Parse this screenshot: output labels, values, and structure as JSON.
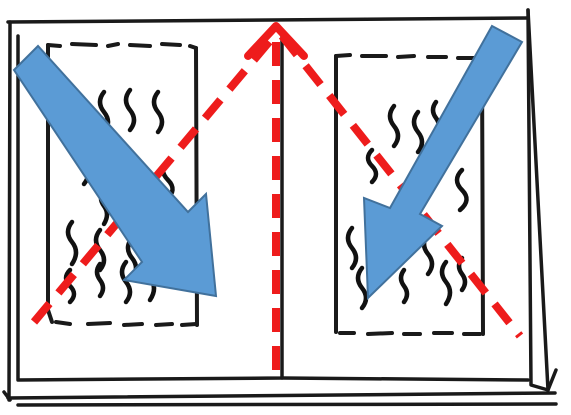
{
  "colors": {
    "ink": "#1a1a1a",
    "guide": "#ee1c1c",
    "arrow": "#5b9bd5",
    "paper": "#ffffff"
  },
  "panels": [
    {
      "id": "left",
      "pattern": "wavy-lines",
      "arrow_direction": "down-right"
    },
    {
      "id": "right",
      "pattern": "wavy-lines",
      "arrow_direction": "down-left"
    }
  ],
  "guides": {
    "center_fold": "up-arrow",
    "diagonals": "dashed"
  }
}
